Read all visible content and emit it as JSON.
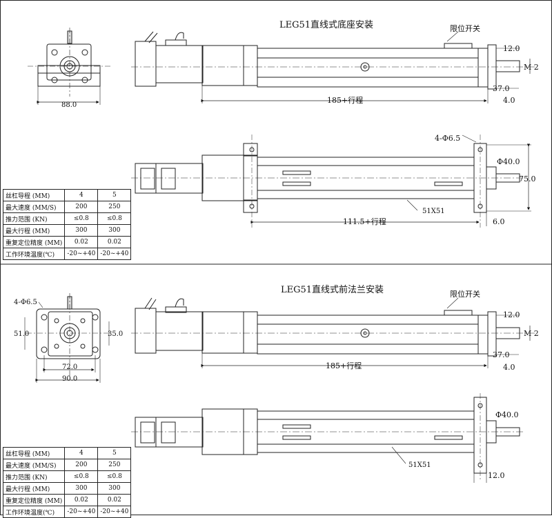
{
  "sections": [
    {
      "title": "LEG51直线式底座安装",
      "limit_switch": "限位开关",
      "front_width": "88.0",
      "top_view": {
        "d1": "12.0",
        "d2": "M 2",
        "d3": "37.0",
        "d4": "4.0",
        "stroke": "185+行程"
      },
      "bottom_view": {
        "holes": "4-Φ6.5",
        "d_flange": "Φ40.0",
        "height": "75.0",
        "profile": "51X51",
        "stroke": "111.5+行程",
        "d_end": "6.0"
      },
      "table": {
        "rows": [
          [
            "丝杠导程 (MM)",
            "4",
            "5"
          ],
          [
            "最大速度 (MM/S)",
            "200",
            "250"
          ],
          [
            "推力范围 (KN)",
            "≤0.8",
            "≤0.8"
          ],
          [
            "最大行程 (MM)",
            "300",
            "300"
          ],
          [
            "重复定位精度 (MM)",
            "0.02",
            "0.02"
          ],
          [
            "工作环境温度(℃)",
            "-20~+40",
            "-20~+40"
          ]
        ]
      }
    },
    {
      "title": "LEG51直线式前法兰安装",
      "limit_switch": "限位开关",
      "front": {
        "holes": "4-Φ6.5",
        "h": "51.0",
        "h2": "35.0",
        "w1": "72.0",
        "w2": "90.0"
      },
      "top_view": {
        "d1": "12.0",
        "d2": "M 2",
        "d3": "37.0",
        "d4": "4.0",
        "stroke": "185+行程"
      },
      "bottom_view": {
        "d_flange": "Φ40.0",
        "profile": "51X51",
        "d_end": "12.0"
      },
      "table": {
        "rows": [
          [
            "丝杠导程 (MM)",
            "4",
            "5"
          ],
          [
            "最大速度 (MM/S)",
            "200",
            "250"
          ],
          [
            "推力范围 (KN)",
            "≤0.8",
            "≤0.8"
          ],
          [
            "最大行程 (MM)",
            "300",
            "300"
          ],
          [
            "重复定位精度 (MM)",
            "0.02",
            "0.02"
          ],
          [
            "工作环境温度(℃)",
            "-20~+40",
            "-20~+40"
          ]
        ]
      }
    }
  ]
}
